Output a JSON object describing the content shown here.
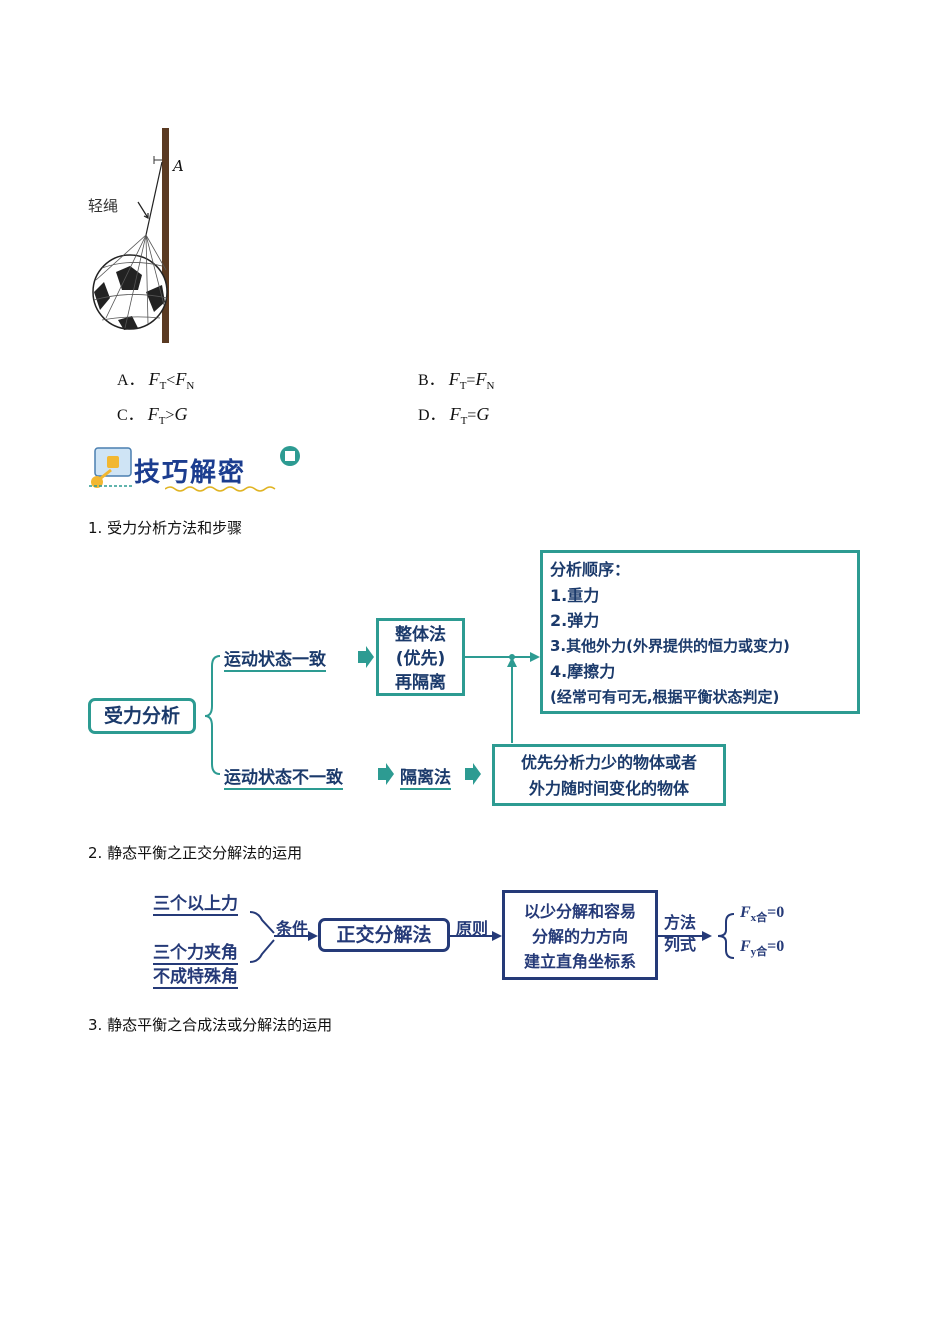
{
  "figure": {
    "label_A": "A",
    "label_rope": "轻绳"
  },
  "options": {
    "A": {
      "letter": "A．",
      "main1": "F",
      "sub1": "T",
      "op": "<",
      "main2": "F",
      "sub2": "N"
    },
    "B": {
      "letter": "B．",
      "main1": "F",
      "sub1": "T",
      "op": "=",
      "main2": "F",
      "sub2": "N"
    },
    "C": {
      "letter": "C．",
      "main1": "F",
      "sub1": "T",
      "op": ">",
      "main2": "G",
      "sub2": ""
    },
    "D": {
      "letter": "D．",
      "main1": "F",
      "sub1": "T",
      "op": "=",
      "main2": "G",
      "sub2": ""
    }
  },
  "banner": {
    "title": "技巧解密"
  },
  "sections": {
    "s1": "1. 受力分析方法和步骤",
    "s2": "2. 静态平衡之正交分解法的运用",
    "s3": "3. 静态平衡之合成法或分解法的运用"
  },
  "diagram1": {
    "root": "受力分析",
    "branch_top": "运动状态一致",
    "branch_bottom": "运动状态不一致",
    "whole_method": [
      "整体法",
      "(优先)",
      "再隔离"
    ],
    "isolation": "隔离法",
    "order_lines": [
      "分析顺序：",
      "1.重力",
      "2.弹力",
      "3.其他外力(外界提供的恒力或变力)",
      "4.摩擦力",
      "(经常可有可无,根据平衡状态判定)"
    ],
    "priority_lines": [
      "优先分析力少的物体或者",
      "外力随时间变化的物体"
    ]
  },
  "diagram2": {
    "cond1": "三个以上力",
    "cond2a": "三个力夹角",
    "cond2b": "不成特殊角",
    "cond_label": "条件",
    "center": "正交分解法",
    "principle_label": "原则",
    "principle_lines": [
      "以少分解和容易",
      "分解的力方向",
      "建立直角坐标系"
    ],
    "method_label": [
      "方法",
      "列式"
    ],
    "eq1": {
      "F": "F",
      "sub": "x合",
      "rest": "=0"
    },
    "eq2": {
      "F": "F",
      "sub": "y合",
      "rest": "=0"
    }
  },
  "colors": {
    "teal": "#2d9b92",
    "navy": "#253a78",
    "pole": "#5a3a22"
  }
}
